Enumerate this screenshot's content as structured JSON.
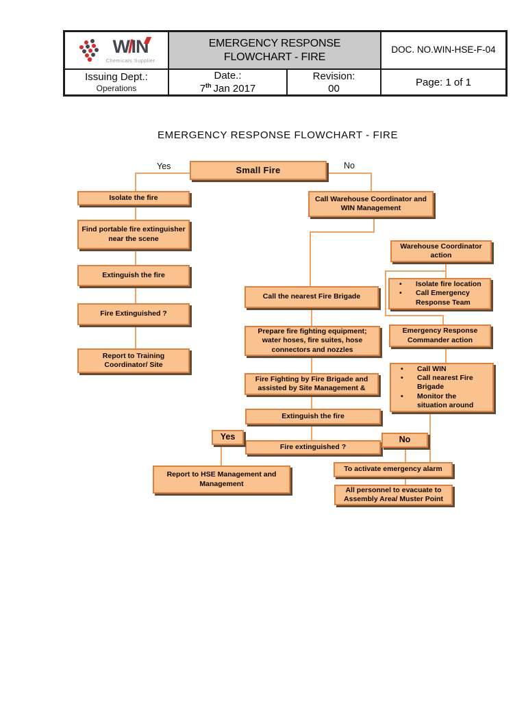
{
  "doc_header": {
    "brand": {
      "name_w": "W",
      "slash": "/",
      "name_in": "IN",
      "tagline": "Chemicals Supplier"
    },
    "title": "EMERGENCY RESPONSE FLOWCHART - FIRE",
    "doc_no": "DOC. NO.WIN-HSE-F-04",
    "issuing_dept": {
      "label": "Issuing Dept.:",
      "value": "Operations"
    },
    "date": {
      "label": "Date.:",
      "day": "7",
      "ordinal": "th",
      "rest": "Jan 2017"
    },
    "revision": {
      "label": "Revision:",
      "value": "00"
    },
    "page": {
      "label": "Page:",
      "value": "1 of 1"
    }
  },
  "flow": {
    "title": "EMERGENCY RESPONSE FLOWCHART - FIRE",
    "labels": {
      "yes": "Yes",
      "no": "No"
    },
    "nodes": {
      "small_fire": "Small Fire",
      "isolate_fire": "Isolate the fire",
      "find_extinguisher": "Find portable fire extinguisher near the scene",
      "extinguish_fire_left": "Extinguish the fire",
      "fire_extinguished_left": "Fire Extinguished ?",
      "report_training": "Report to Training Coordinator/ Site",
      "call_warehouse": "Call Warehouse Coordinator and WIN Management",
      "warehouse_action": "Warehouse Coordinator action",
      "warehouse_tasks": [
        "Isolate fire location",
        "Call Emergency Response Team"
      ],
      "call_brigade": "Call the nearest Fire Brigade",
      "prepare_equipment": "Prepare fire fighting equipment; water hoses, fire suites, hose connectors and nozzles",
      "fire_fighting": "Fire Fighting by Fire Brigade and assisted by Site Management &",
      "extinguish_fire_mid": "Extinguish the fire",
      "fire_extinguished_mid": "Fire extinguished ?",
      "erc_action": "Emergency Response Commander action",
      "erc_tasks": [
        "Call WIN",
        "Call nearest Fire Brigade",
        "Monitor the situation around"
      ],
      "yes_box": "Yes",
      "no_box": "No",
      "report_hse": "Report to HSE Management and Management",
      "activate_alarm": "To activate emergency alarm",
      "evacuate": "All personnel to evacuate to Assembly Area/ Muster Point"
    }
  },
  "colors": {
    "node_fill": "#f9c28f",
    "node_border": "#df7f3e",
    "node_shadow": "#5f4c38",
    "connector": "#f2a262",
    "header_gray": "#c9c9c9",
    "brand_red": "#d42b2b",
    "brand_dark": "#45454d"
  }
}
